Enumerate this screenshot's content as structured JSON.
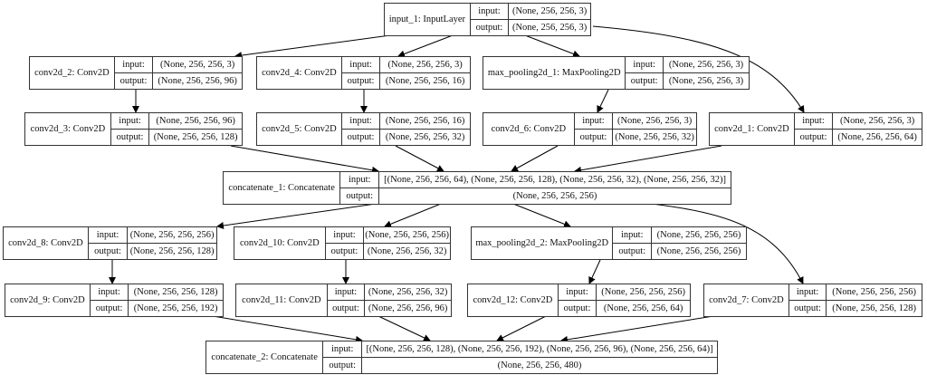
{
  "diagram": {
    "input_label": "input:",
    "output_label": "output:",
    "nodes": [
      {
        "id": "input_1",
        "name": "input_1: InputLayer",
        "input": "(None, 256, 256, 3)",
        "output": "(None, 256, 256, 3)"
      },
      {
        "id": "conv2d_2",
        "name": "conv2d_2: Conv2D",
        "input": "(None, 256, 256, 3)",
        "output": "(None, 256, 256, 96)"
      },
      {
        "id": "conv2d_4",
        "name": "conv2d_4: Conv2D",
        "input": "(None, 256, 256, 3)",
        "output": "(None, 256, 256, 16)"
      },
      {
        "id": "max_pooling2d_1",
        "name": "max_pooling2d_1: MaxPooling2D",
        "input": "(None, 256, 256, 3)",
        "output": "(None, 256, 256, 3)"
      },
      {
        "id": "conv2d_3",
        "name": "conv2d_3: Conv2D",
        "input": "(None, 256, 256, 96)",
        "output": "(None, 256, 256, 128)"
      },
      {
        "id": "conv2d_5",
        "name": "conv2d_5: Conv2D",
        "input": "(None, 256, 256, 16)",
        "output": "(None, 256, 256, 32)"
      },
      {
        "id": "conv2d_6",
        "name": "conv2d_6: Conv2D",
        "input": "(None, 256, 256, 3)",
        "output": "(None, 256, 256, 32)"
      },
      {
        "id": "conv2d_1",
        "name": "conv2d_1: Conv2D",
        "input": "(None, 256, 256, 3)",
        "output": "(None, 256, 256, 64)"
      },
      {
        "id": "concatenate_1",
        "name": "concatenate_1: Concatenate",
        "input": "[(None, 256, 256, 64), (None, 256, 256, 128), (None, 256, 256, 32), (None, 256, 256, 32)]",
        "output": "(None, 256, 256, 256)"
      },
      {
        "id": "conv2d_8",
        "name": "conv2d_8: Conv2D",
        "input": "(None, 256, 256, 256)",
        "output": "(None, 256, 256, 128)"
      },
      {
        "id": "conv2d_10",
        "name": "conv2d_10: Conv2D",
        "input": "(None, 256, 256, 256)",
        "output": "(None, 256, 256, 32)"
      },
      {
        "id": "max_pooling2d_2",
        "name": "max_pooling2d_2: MaxPooling2D",
        "input": "(None, 256, 256, 256)",
        "output": "(None, 256, 256, 256)"
      },
      {
        "id": "conv2d_9",
        "name": "conv2d_9: Conv2D",
        "input": "(None, 256, 256, 128)",
        "output": "(None, 256, 256, 192)"
      },
      {
        "id": "conv2d_11",
        "name": "conv2d_11: Conv2D",
        "input": "(None, 256, 256, 32)",
        "output": "(None, 256, 256, 96)"
      },
      {
        "id": "conv2d_12",
        "name": "conv2d_12: Conv2D",
        "input": "(None, 256, 256, 256)",
        "output": "(None, 256, 256, 64)"
      },
      {
        "id": "conv2d_7",
        "name": "conv2d_7: Conv2D",
        "input": "(None, 256, 256, 256)",
        "output": "(None, 256, 256, 128)"
      },
      {
        "id": "concatenate_2",
        "name": "concatenate_2: Concatenate",
        "input": "[(None, 256, 256, 128), (None, 256, 256, 192), (None, 256, 256, 96), (None, 256, 256, 64)]",
        "output": "(None, 256, 256, 480)"
      }
    ],
    "edges": [
      [
        "input_1",
        "conv2d_2"
      ],
      [
        "input_1",
        "conv2d_4"
      ],
      [
        "input_1",
        "max_pooling2d_1"
      ],
      [
        "input_1",
        "conv2d_1"
      ],
      [
        "conv2d_2",
        "conv2d_3"
      ],
      [
        "conv2d_4",
        "conv2d_5"
      ],
      [
        "max_pooling2d_1",
        "conv2d_6"
      ],
      [
        "conv2d_3",
        "concatenate_1"
      ],
      [
        "conv2d_5",
        "concatenate_1"
      ],
      [
        "conv2d_6",
        "concatenate_1"
      ],
      [
        "conv2d_1",
        "concatenate_1"
      ],
      [
        "concatenate_1",
        "conv2d_8"
      ],
      [
        "concatenate_1",
        "conv2d_10"
      ],
      [
        "concatenate_1",
        "max_pooling2d_2"
      ],
      [
        "concatenate_1",
        "conv2d_7"
      ],
      [
        "conv2d_8",
        "conv2d_9"
      ],
      [
        "conv2d_10",
        "conv2d_11"
      ],
      [
        "max_pooling2d_2",
        "conv2d_12"
      ],
      [
        "conv2d_9",
        "concatenate_2"
      ],
      [
        "conv2d_11",
        "concatenate_2"
      ],
      [
        "conv2d_12",
        "concatenate_2"
      ],
      [
        "conv2d_7",
        "concatenate_2"
      ]
    ]
  }
}
